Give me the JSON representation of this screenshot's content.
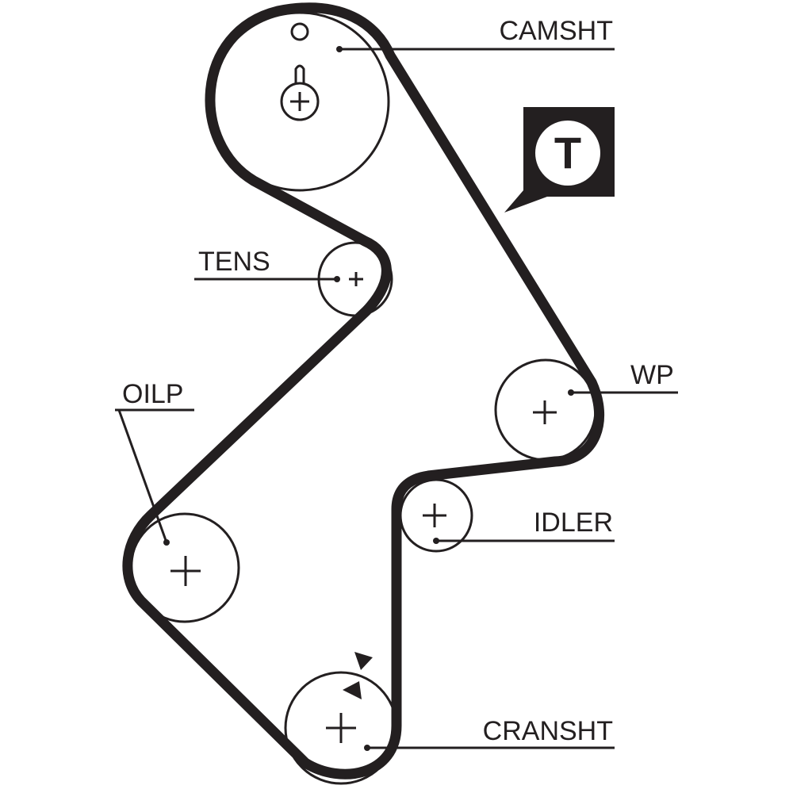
{
  "labels": {
    "camshaft": "CAMSHT",
    "tensioner": "TENS",
    "oil_pump": "OILP",
    "water_pump": "WP",
    "idler": "IDLER",
    "crankshaft": "CRANSHT"
  },
  "badge": {
    "letter": "T"
  },
  "colors": {
    "ink": "#231f20",
    "background": "#ffffff"
  }
}
